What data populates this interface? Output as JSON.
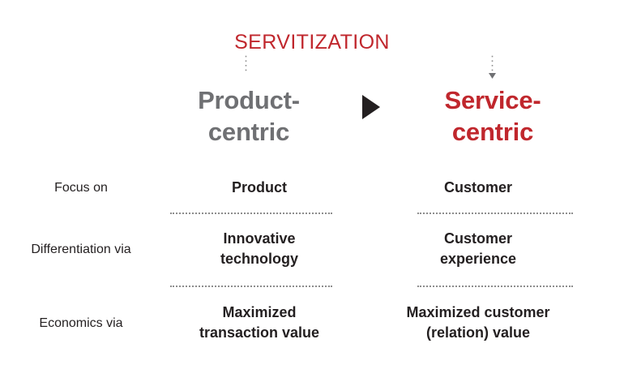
{
  "diagram": {
    "transition_label": "SERVITIZATION",
    "accent_color": "#c0272d",
    "muted_color": "#6f7073",
    "text_color": "#231f20",
    "background": "#ffffff",
    "arrow_icon": "triangle-right-icon",
    "bracket_arrow_icon": "arrow-down-icon",
    "columns": [
      {
        "id": "product",
        "title_line1": "Product-",
        "title_line2": "centric",
        "color": "#6f7073"
      },
      {
        "id": "service",
        "title_line1": "Service-",
        "title_line2": "centric",
        "color": "#c0272d"
      }
    ],
    "rows": [
      {
        "label": "Focus on",
        "product_line1": "Product",
        "product_line2": "",
        "service_line1": "Customer",
        "service_line2": "",
        "separator_below": true
      },
      {
        "label": "Differentiation via",
        "product_line1": "Innovative",
        "product_line2": "technology",
        "service_line1": "Customer",
        "service_line2": "experience",
        "separator_below": true
      },
      {
        "label": "Economics via",
        "product_line1": "Maximized",
        "product_line2": "transaction value",
        "service_line1": "Maximized customer",
        "service_line2": "(relation) value",
        "separator_below": false
      }
    ]
  }
}
